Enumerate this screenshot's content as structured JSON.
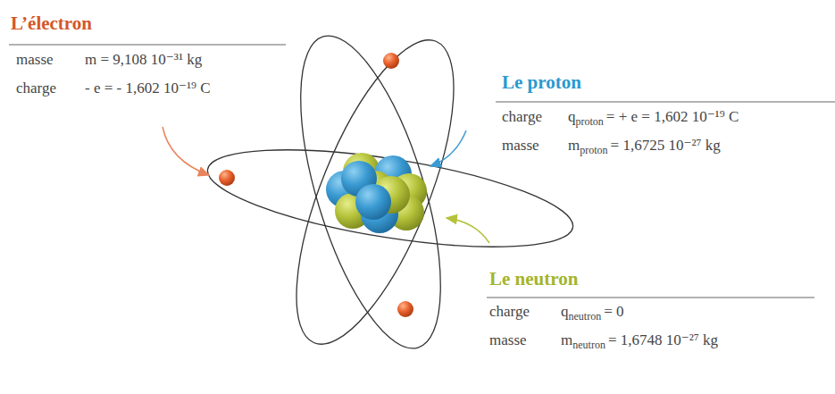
{
  "diagram": {
    "labels": [
      "L’électron",
      "masse",
      "m =  9,108 10⁻³¹ kg",
      "charge",
      "- e = - 1,602 10⁻¹⁹ C",
      "Le proton",
      "charge",
      "q",
      "proton",
      "= + e = 1,602 10⁻¹⁹ C",
      "masse",
      "m",
      "proton",
      "= 1,6725 10⁻²⁷ kg",
      "Le neutron",
      "charge",
      "q",
      "neutron",
      "= 0",
      "masse",
      "m",
      "neutron",
      "= 1,6748 10⁻²⁷ kg"
    ]
  }
}
